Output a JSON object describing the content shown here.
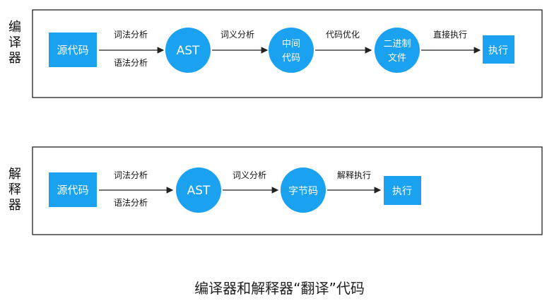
{
  "compiler": {
    "side_label": "编译器",
    "nodes": {
      "source": "源代码",
      "ast": "AST",
      "ir_line1": "中间",
      "ir_line2": "代码",
      "bin_line1": "二进制",
      "bin_line2": "文件",
      "exec": "执行"
    },
    "edges": {
      "lexical": "词法分析",
      "syntax": "语法分析",
      "semantic": "词义分析",
      "optimize": "代码优化",
      "direct": "直接执行"
    }
  },
  "interpreter": {
    "side_label": "解释器",
    "nodes": {
      "source": "源代码",
      "ast": "AST",
      "bytecode": "字节码",
      "exec": "执行"
    },
    "edges": {
      "lexical": "词法分析",
      "syntax": "语法分析",
      "semantic": "词义分析",
      "interpret": "解释执行"
    }
  },
  "caption": "编译器和解释器“翻译”代码",
  "colors": {
    "node_fill": "#1aa1f0",
    "node_text": "#ffffff",
    "frame": "#222222",
    "arrow": "#222222"
  }
}
